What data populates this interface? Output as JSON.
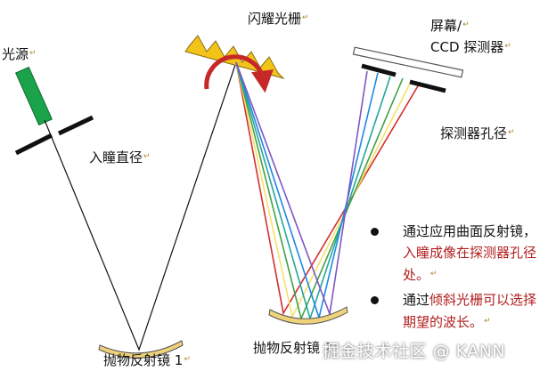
{
  "labels": {
    "light_source": "光源",
    "entrance_pupil": "入瞳直径",
    "grating": "闪耀光栅",
    "screen_line1": "屏幕/",
    "screen_line2": "CCD 探测器",
    "detector_aperture": "探测器孔径",
    "mirror1": "抛物反射镜 1",
    "mirror2": "抛物反射镜 2"
  },
  "notes": [
    {
      "black": "通过应用曲面反射镜，",
      "red": "入瞳成像在探测器孔径处。"
    },
    {
      "black": "通过",
      "red": "倾斜光栅可以选择期望的波长。"
    }
  ],
  "watermark": "掘金技术社区 @ KANN",
  "colors": {
    "light_source": "#1aa34a",
    "grating": "#f2c41a",
    "arrow": "#c62828",
    "mirror": "#f0d27a",
    "rays": [
      "#d32f2f",
      "#f5e26b",
      "#43a047",
      "#26a69a",
      "#1e88e5",
      "#7e57c2"
    ]
  }
}
